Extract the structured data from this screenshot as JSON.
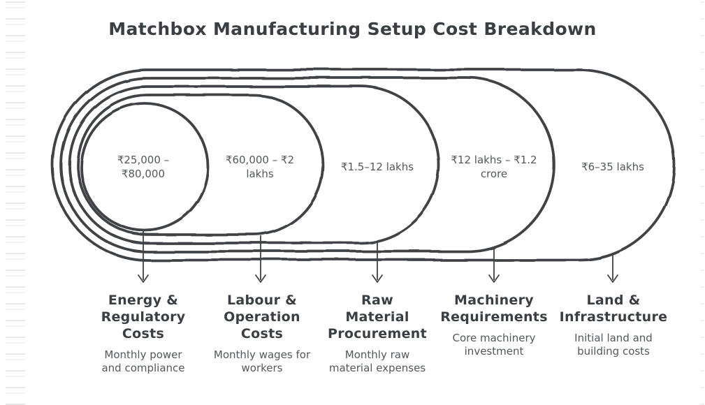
{
  "title": "Matchbox Manufacturing Setup Cost Breakdown",
  "colors": {
    "background": "#ffffff",
    "stroke": "#3f4245",
    "title_text": "#3b3e42",
    "value_text": "#54575b",
    "edge_ticks": "#e9e9e9"
  },
  "layers": [
    {
      "value": "₹25,000 –\n₹80,000",
      "label": "Energy &\nRegulatory\nCosts",
      "description": "Monthly power\nand compliance"
    },
    {
      "value": "₹60,000 – ₹2\nlakhs",
      "label": "Labour &\nOperation\nCosts",
      "description": "Monthly wages for\nworkers"
    },
    {
      "value": "₹1.5–12 lakhs",
      "label": "Raw\nMaterial\nProcurement",
      "description": "Monthly raw\nmaterial expenses"
    },
    {
      "value": "₹12 lakhs – ₹1.2\ncrore",
      "label": "Machinery\nRequirements",
      "description": "Core machinery\ninvestment"
    },
    {
      "value": "₹6–35 lakhs",
      "label": "Land &\nInfrastructure",
      "description": "Initial land and\nbuilding costs"
    }
  ]
}
